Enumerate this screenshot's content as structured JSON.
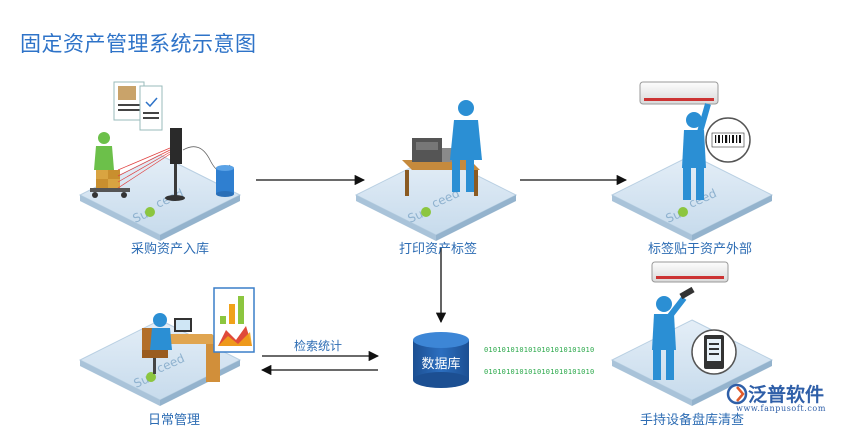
{
  "title": "固定资产管理系统示意图",
  "nodes": {
    "purchase": "采购资产入库",
    "print": "打印资产标签",
    "attach": "标签贴于资产外部",
    "daily": "日常管理",
    "database": "数据库",
    "handheld": "手持设备盘库清查"
  },
  "edge_labels": {
    "search": "检索统计"
  },
  "binary": {
    "line1": "0101010101010101010101010",
    "line2": "0101010101010101010101010"
  },
  "platform_logo": "Suceed",
  "brand": {
    "name": "泛普软件",
    "url": "www.fanpusoft.com"
  },
  "colors": {
    "accent": "#2e73c8",
    "platform": "#cfe0ee",
    "person": "#2b8fd4",
    "database": "#1f5fa8"
  }
}
